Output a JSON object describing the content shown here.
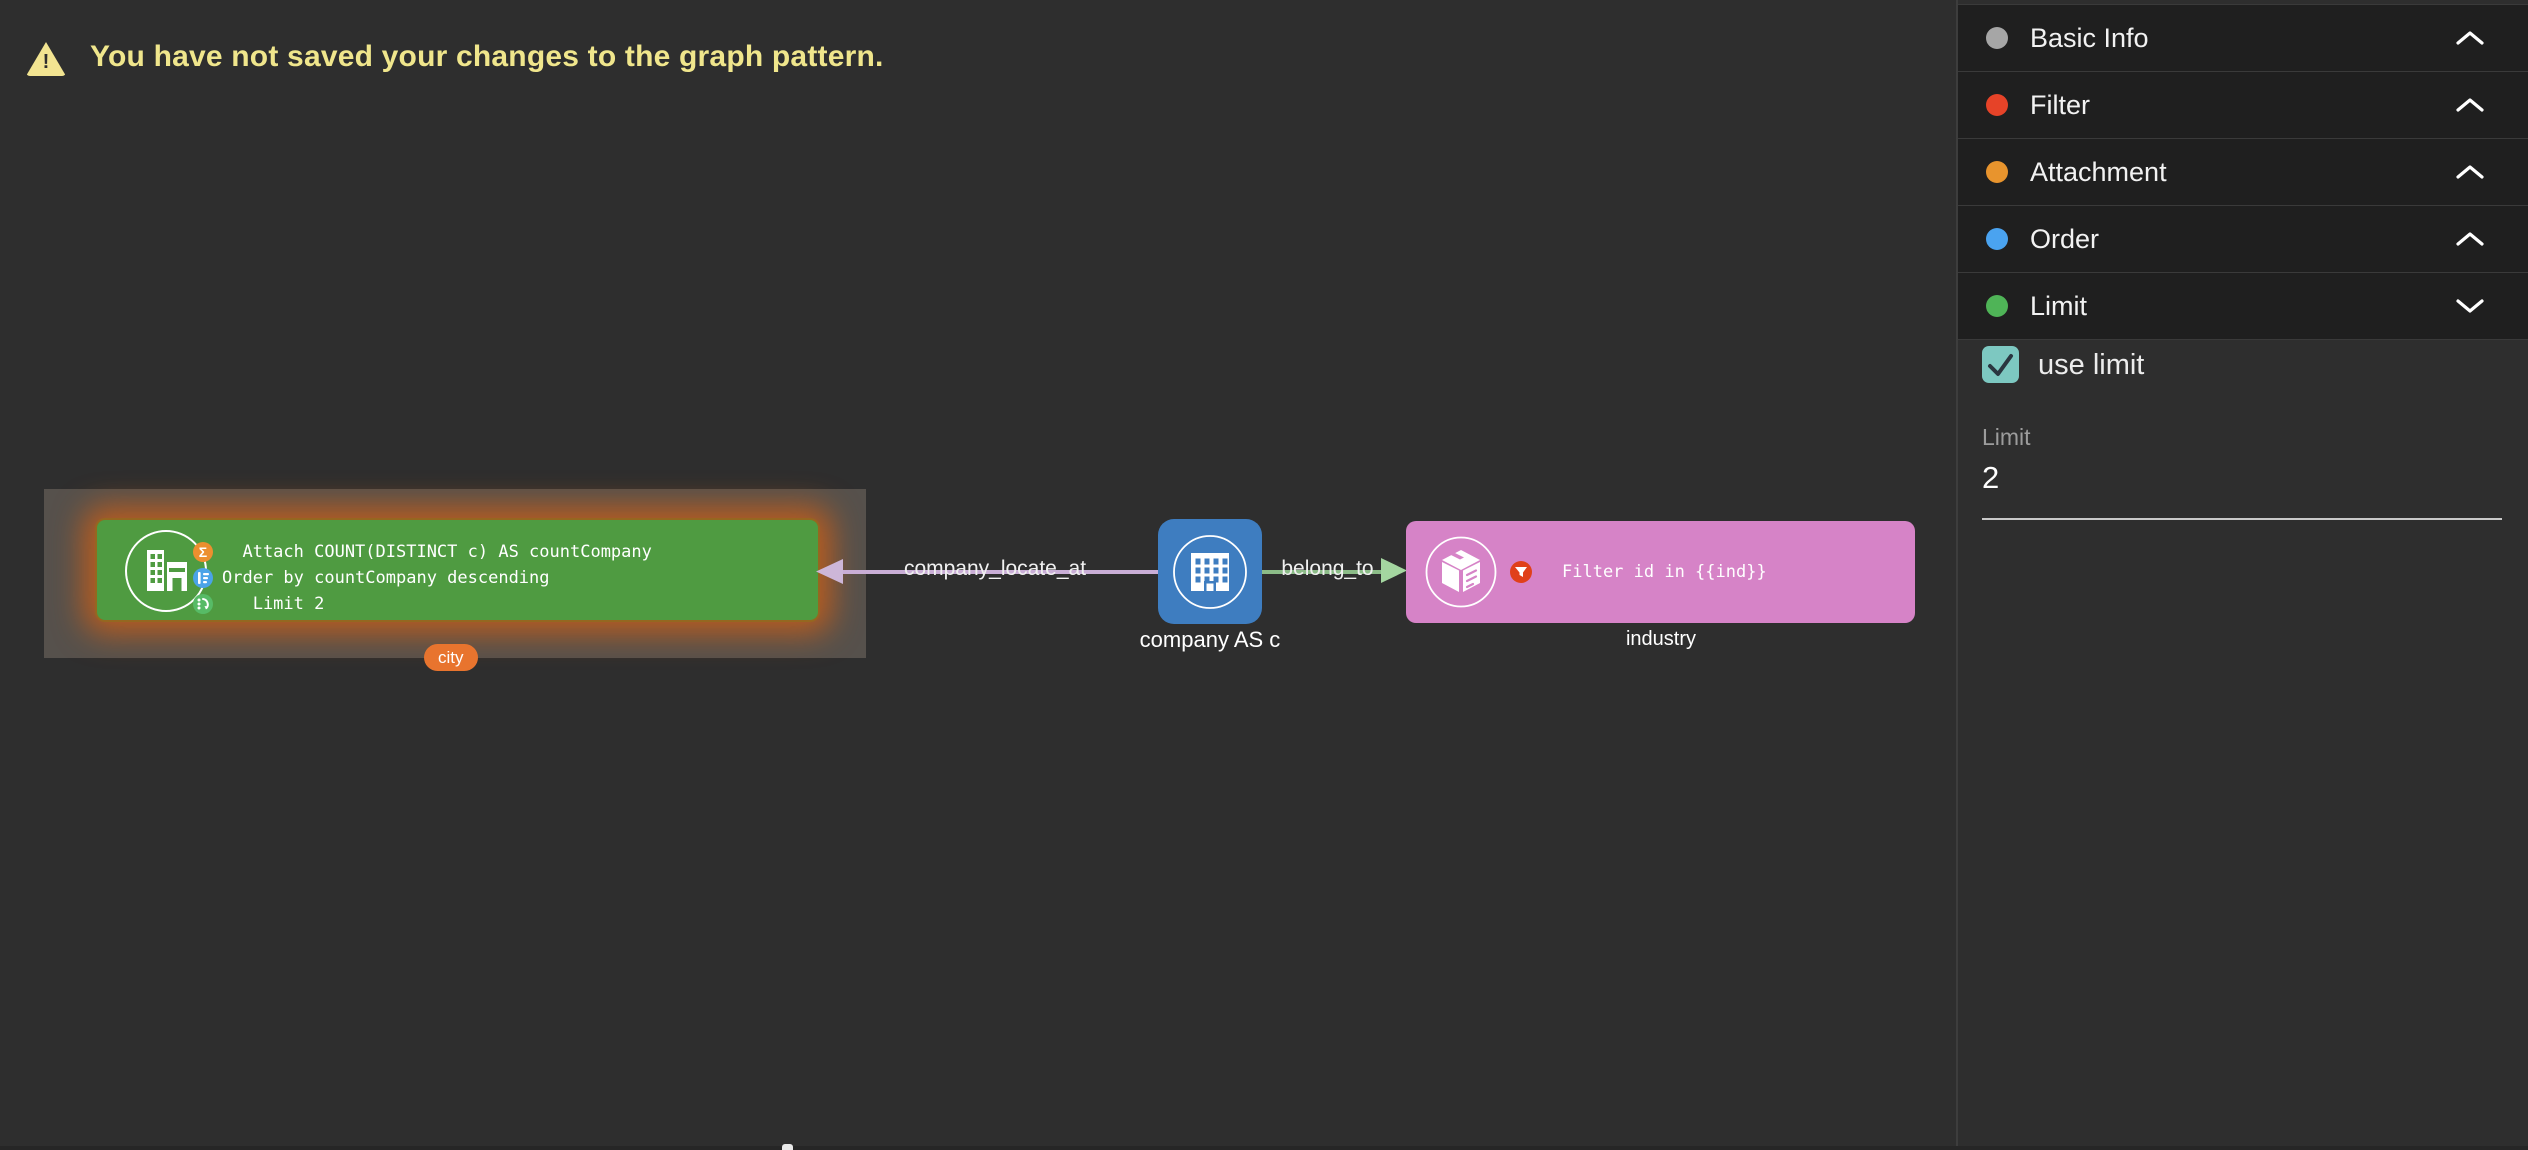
{
  "warning": {
    "text": "You have not saved your changes to the graph pattern."
  },
  "graph": {
    "city_node": {
      "color": "#4f9b41",
      "glow_color": "#c05f1e",
      "label": "city",
      "label_pill_color": "#e8742e",
      "lines": [
        {
          "icon": "aggregate-sigma-icon",
          "icon_color": "#ec8f2f",
          "icon_glyph": "Σ",
          "text": "  Attach COUNT(DISTINCT c) AS countCompany"
        },
        {
          "icon": "sort-order-icon",
          "icon_color": "#4aa3e8",
          "text": "Order by countCompany descending"
        },
        {
          "icon": "limit-icon",
          "icon_color": "#57bb66",
          "text": "   Limit 2"
        }
      ]
    },
    "company_node": {
      "color": "#3e7dc0",
      "label": "company AS c"
    },
    "industry_node": {
      "color": "#d683c7",
      "label": "industry",
      "filter": {
        "icon_color": "#e0401a",
        "text": "Filter id in {{ind}}"
      }
    },
    "edges": {
      "company_locate_at": {
        "label": "company_locate_at",
        "line_color": "#c9aed6",
        "arrow_color": "#cdb6d8",
        "direction": "left"
      },
      "belong_to": {
        "label": "belong_to",
        "line_color": "#8cbc88",
        "arrow_color": "#a4d6a0",
        "direction": "right"
      }
    }
  },
  "sidebar": {
    "sections": [
      {
        "label": "Basic Info",
        "dot_color": "#a6a6a6",
        "chevron": "up"
      },
      {
        "label": "Filter",
        "dot_color": "#e64328",
        "chevron": "up"
      },
      {
        "label": "Attachment",
        "dot_color": "#e8942d",
        "chevron": "up"
      },
      {
        "label": "Order",
        "dot_color": "#4aa3f0",
        "chevron": "up"
      },
      {
        "label": "Limit",
        "dot_color": "#4fb457",
        "chevron": "down"
      }
    ],
    "limit_panel": {
      "use_limit_label": "use limit",
      "use_limit_checked": true,
      "checkbox_color": "#7dc8c1",
      "field_label": "Limit",
      "field_value": "2"
    }
  }
}
